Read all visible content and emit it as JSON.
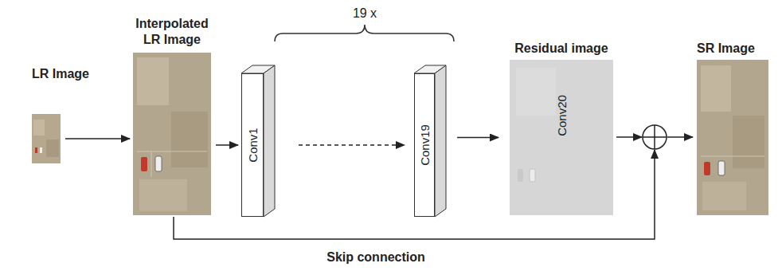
{
  "diagram": {
    "nodes": [
      {
        "text": [
          "LR Image"
        ]
      },
      {
        "text": [
          "Interpolated LR Image"
        ]
      },
      {
        "text": [
          "Conv1"
        ]
      },
      {
        "text": [
          "Conv19"
        ]
      },
      {
        "text": [
          "Residual image",
          "Conv20"
        ]
      },
      {
        "text": [
          "SR Image"
        ]
      }
    ],
    "edges": [
      {
        "from": 0,
        "to": 1,
        "arrow": "to"
      },
      {
        "from": 1,
        "to": 2,
        "arrow": "to"
      },
      {
        "from": 2,
        "to": 3,
        "arrow": "to"
      },
      {
        "from": 3,
        "to": 4,
        "arrow": "to"
      },
      {
        "from": 4,
        "to": 5,
        "arrow": "to"
      },
      {
        "from": 1,
        "to": 5,
        "label": "Skip connection",
        "arrow": "to"
      }
    ],
    "labels": [
      "19 x"
    ]
  }
}
